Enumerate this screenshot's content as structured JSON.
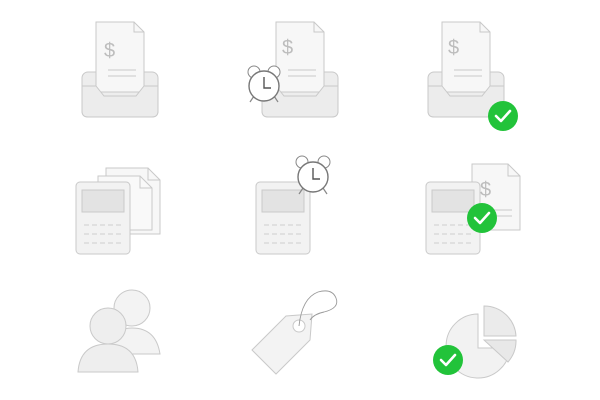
{
  "colors": {
    "paper": "#ffffff",
    "outline": "#c9c9c9",
    "tray_fill": "#ececec",
    "screen_fill": "#e3e3e3",
    "check_green": "#22c33a",
    "check_mark": "#ffffff"
  },
  "icons": [
    {
      "id": "invoice-inbox",
      "name": "invoice-inbox-icon",
      "symbol": "$"
    },
    {
      "id": "invoice-inbox-pending",
      "name": "invoice-inbox-pending-icon",
      "symbol": "$"
    },
    {
      "id": "invoice-inbox-approved",
      "name": "invoice-inbox-approved-icon",
      "symbol": "$"
    },
    {
      "id": "calculator-documents",
      "name": "calculator-documents-icon"
    },
    {
      "id": "calculator-pending",
      "name": "calculator-pending-icon"
    },
    {
      "id": "calculator-invoice-approved",
      "name": "calculator-invoice-approved-icon",
      "symbol": "$"
    },
    {
      "id": "users-group",
      "name": "users-group-icon"
    },
    {
      "id": "price-tag",
      "name": "price-tag-icon"
    },
    {
      "id": "pie-chart-approved",
      "name": "pie-chart-approved-icon"
    }
  ]
}
